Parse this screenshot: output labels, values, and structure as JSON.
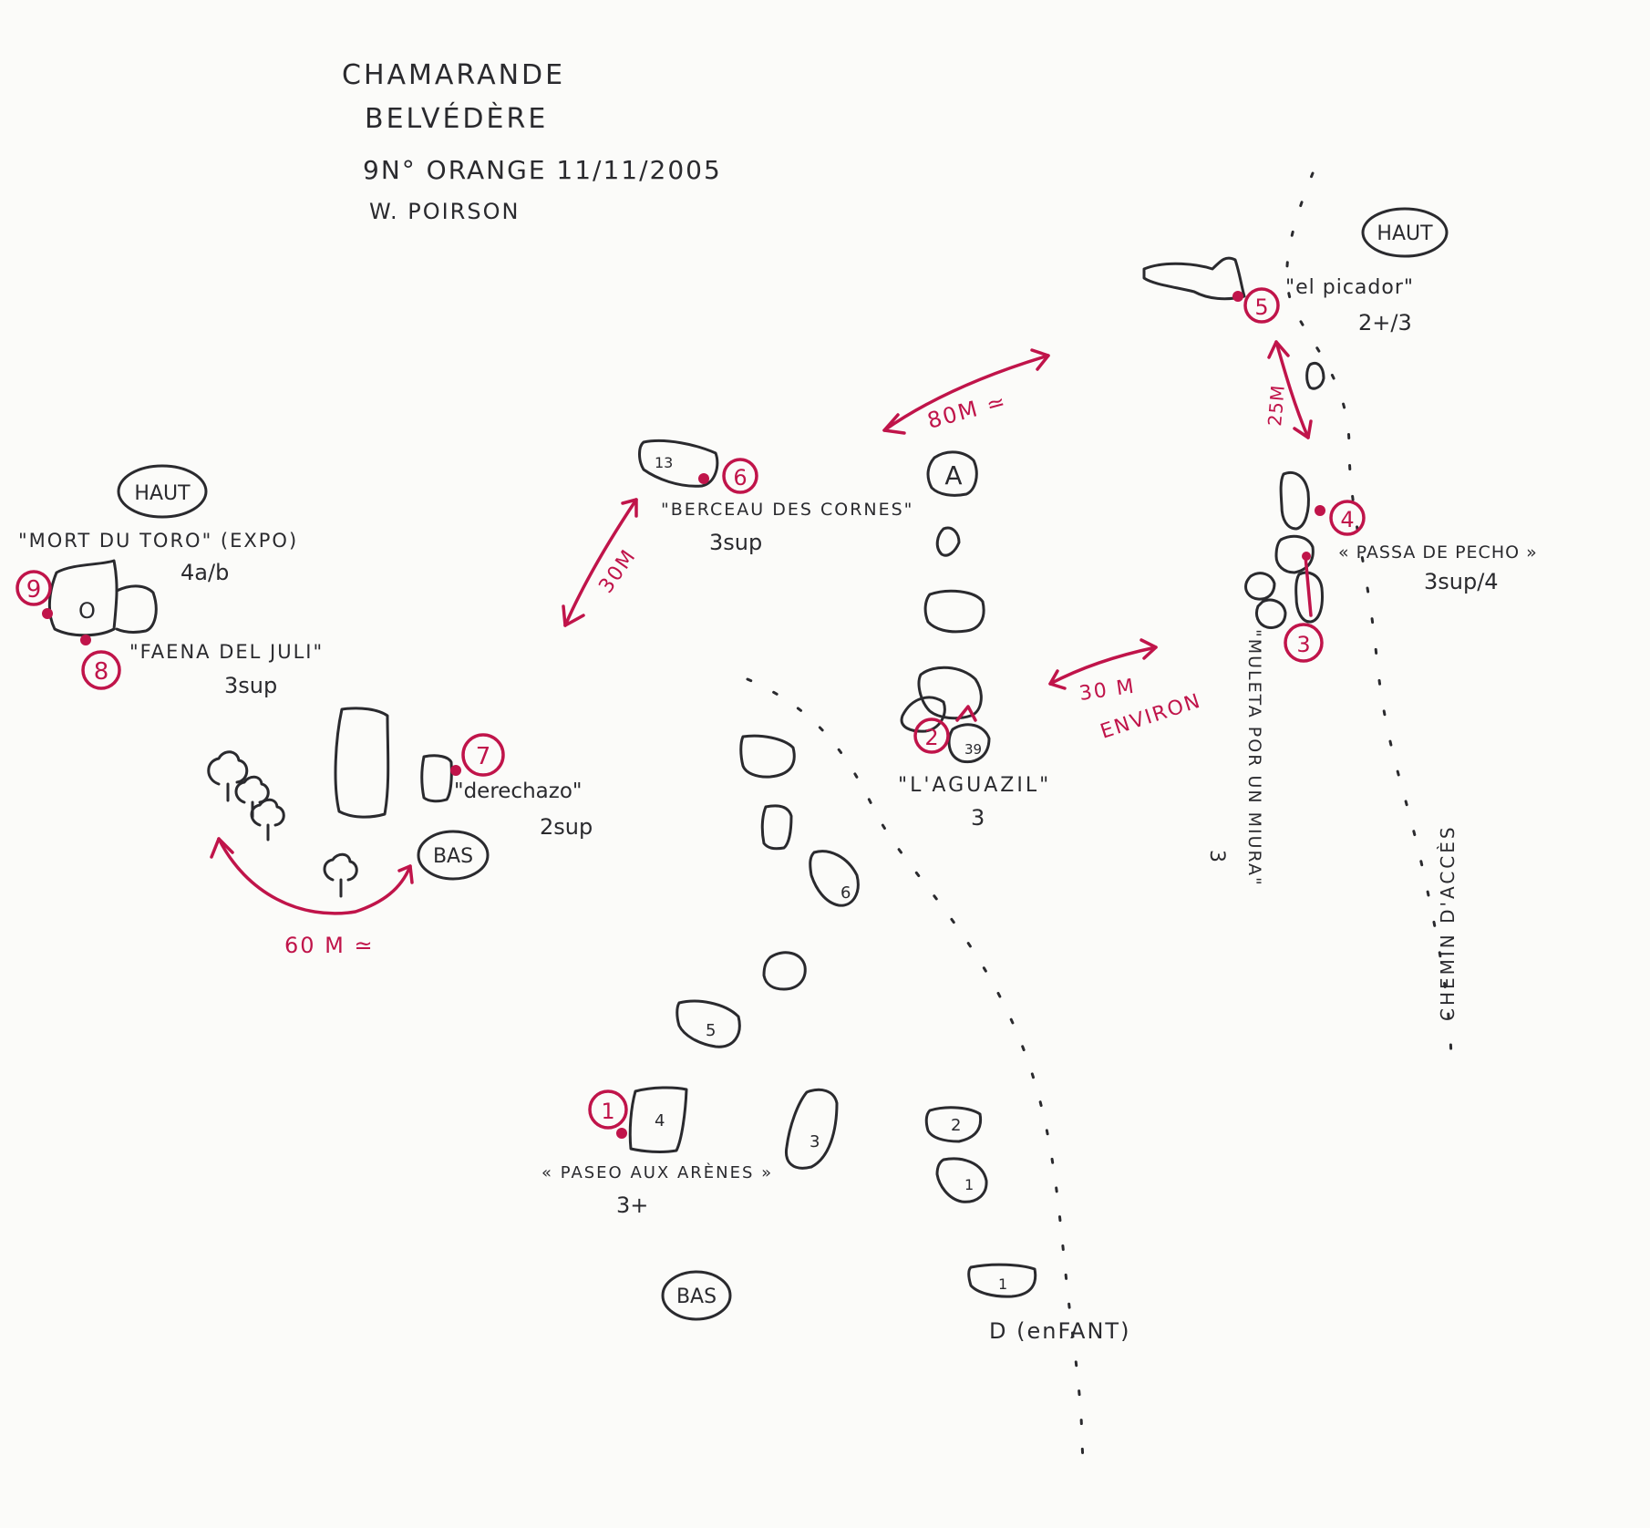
{
  "header": {
    "line1": "CHAMARANDE",
    "line2": "BELVÉDÈRE",
    "line3": "9N° ORANGE 11/11/2005",
    "line4": "W. POIRSON"
  },
  "colors": {
    "ink": "#2a2a2e",
    "accent": "#c0144a",
    "paper": "#fbfbf9"
  },
  "labels": {
    "haut": "HAUT",
    "bas": "BAS"
  },
  "routes": [
    {
      "num": "1",
      "name": "« PASEO AUX ARÈNES »",
      "grade": "3+"
    },
    {
      "num": "2",
      "name": "\"L'AGUAZIL\"",
      "grade": "3"
    },
    {
      "num": "3",
      "name": "\"MULETA POR UN MIURA\"",
      "grade": "3"
    },
    {
      "num": "4",
      "name": "« PASSA DE PECHO »",
      "grade": "3sup/4"
    },
    {
      "num": "5",
      "name": "\"el picador\"",
      "grade": "2+/3"
    },
    {
      "num": "6",
      "name": "\"BERCEAU DES CORNES\"",
      "grade": "3sup"
    },
    {
      "num": "7",
      "name": "\"derechazo\"",
      "grade": "2sup"
    },
    {
      "num": "8",
      "name": "\"FAENA DEL JULI\"",
      "grade": "3sup"
    },
    {
      "num": "9",
      "name": "\"MORT DU TORO\" (EXPO)",
      "grade": "4a/b"
    }
  ],
  "distances": {
    "d80": "80M ≃",
    "d30a": "30M",
    "d30b": "30 M",
    "d30c": "ENVIRON",
    "d25": "25M",
    "d60": "60 M ≃"
  },
  "boulders": {
    "b13": "13",
    "bA": "A",
    "b39": "39",
    "b6": "6",
    "b5": "5",
    "b4": "4",
    "b3": "3",
    "b2": "2",
    "b1a": "1",
    "b1b": "1",
    "bO": "O"
  },
  "paths": {
    "chemin": "CHEMIN D'ACCÈS",
    "enfant": "D (enFANT)"
  }
}
